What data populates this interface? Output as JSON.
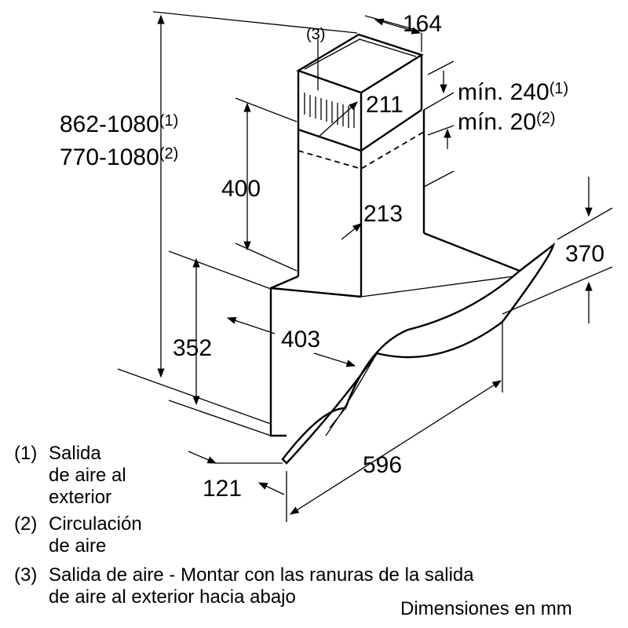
{
  "dimensions": {
    "total_height_1": "862-1080",
    "total_height_1_note": "(1)",
    "total_height_2": "770-1080",
    "total_height_2_note": "(2)",
    "chimney_width": "164",
    "chimney_depth_upper": "211",
    "chimney_depth_lower": "213",
    "chimney_height": "400",
    "min_exterior": "mín. 240",
    "min_exterior_note": "(1)",
    "min_circulation": "mín. 20",
    "min_circulation_note": "(2)",
    "callout_3": "(3)",
    "glass_height": "370",
    "body_depth": "403",
    "body_height": "352",
    "bottom_depth": "121",
    "width": "596"
  },
  "legend": [
    {
      "num": "(1)",
      "lines": [
        "Salida",
        "de aire al",
        "exterior"
      ]
    },
    {
      "num": "(2)",
      "lines": [
        "Circulación",
        "de aire"
      ]
    },
    {
      "num": "(3)",
      "lines": [
        "Salida de aire - Montar con las ranuras de la salida",
        "de aire al exterior hacia abajo"
      ]
    }
  ],
  "footer": "Dimensiones en mm"
}
